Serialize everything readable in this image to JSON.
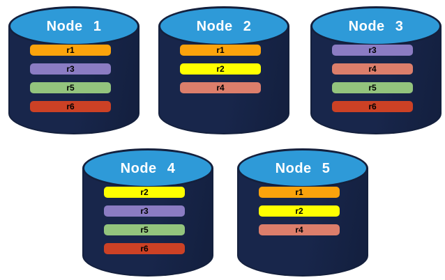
{
  "canvas": {
    "background": "#FFFFFF"
  },
  "colors": {
    "cylinder_body": "#18264B",
    "cylinder_body_dark": "#131F3E",
    "cylinder_top": "#2E9AD8",
    "cylinder_outline": "#14203D",
    "node_label_color": "#FFFFFF",
    "record_label_color": "#000000"
  },
  "record_colors": {
    "r1": "#FBA30C",
    "r2": "#FEFF00",
    "r3": "#8B7CC3",
    "r4": "#DC7E6B",
    "r5": "#93C47D",
    "r6": "#CC4125"
  },
  "nodes": [
    {
      "label": "Node 1",
      "records": [
        "r1",
        "r3",
        "r5",
        "r6"
      ]
    },
    {
      "label": "Node 2",
      "records": [
        "r1",
        "r2",
        "r4"
      ]
    },
    {
      "label": "Node 3",
      "records": [
        "r3",
        "r4",
        "r5",
        "r6"
      ]
    },
    {
      "label": "Node 4",
      "records": [
        "r2",
        "r3",
        "r5",
        "r6"
      ]
    },
    {
      "label": "Node 5",
      "records": [
        "r1",
        "r2",
        "r4"
      ]
    }
  ]
}
